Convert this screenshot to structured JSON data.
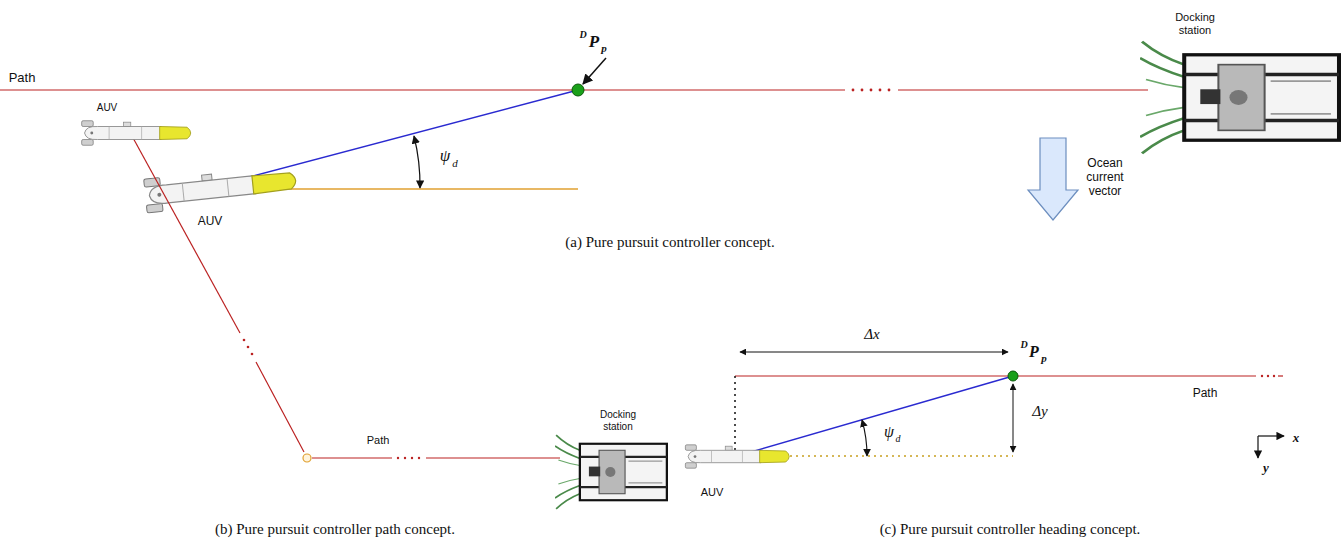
{
  "diagram": {
    "labels": [
      "Path",
      "D",
      "P",
      "p",
      "ψ",
      "d",
      "Docking station",
      "Ocean current vector",
      "AUV",
      "(a) Pure pursuit controller concept.",
      "AUV",
      "Path",
      "Docking station",
      "(b) Pure pursuit controller path concept.",
      "Δx",
      "D",
      "P",
      "p",
      "Δy",
      "ψ",
      "d",
      "Path",
      "x",
      "y",
      "AUV",
      "(c) Pure pursuit controller heading concept."
    ]
  }
}
